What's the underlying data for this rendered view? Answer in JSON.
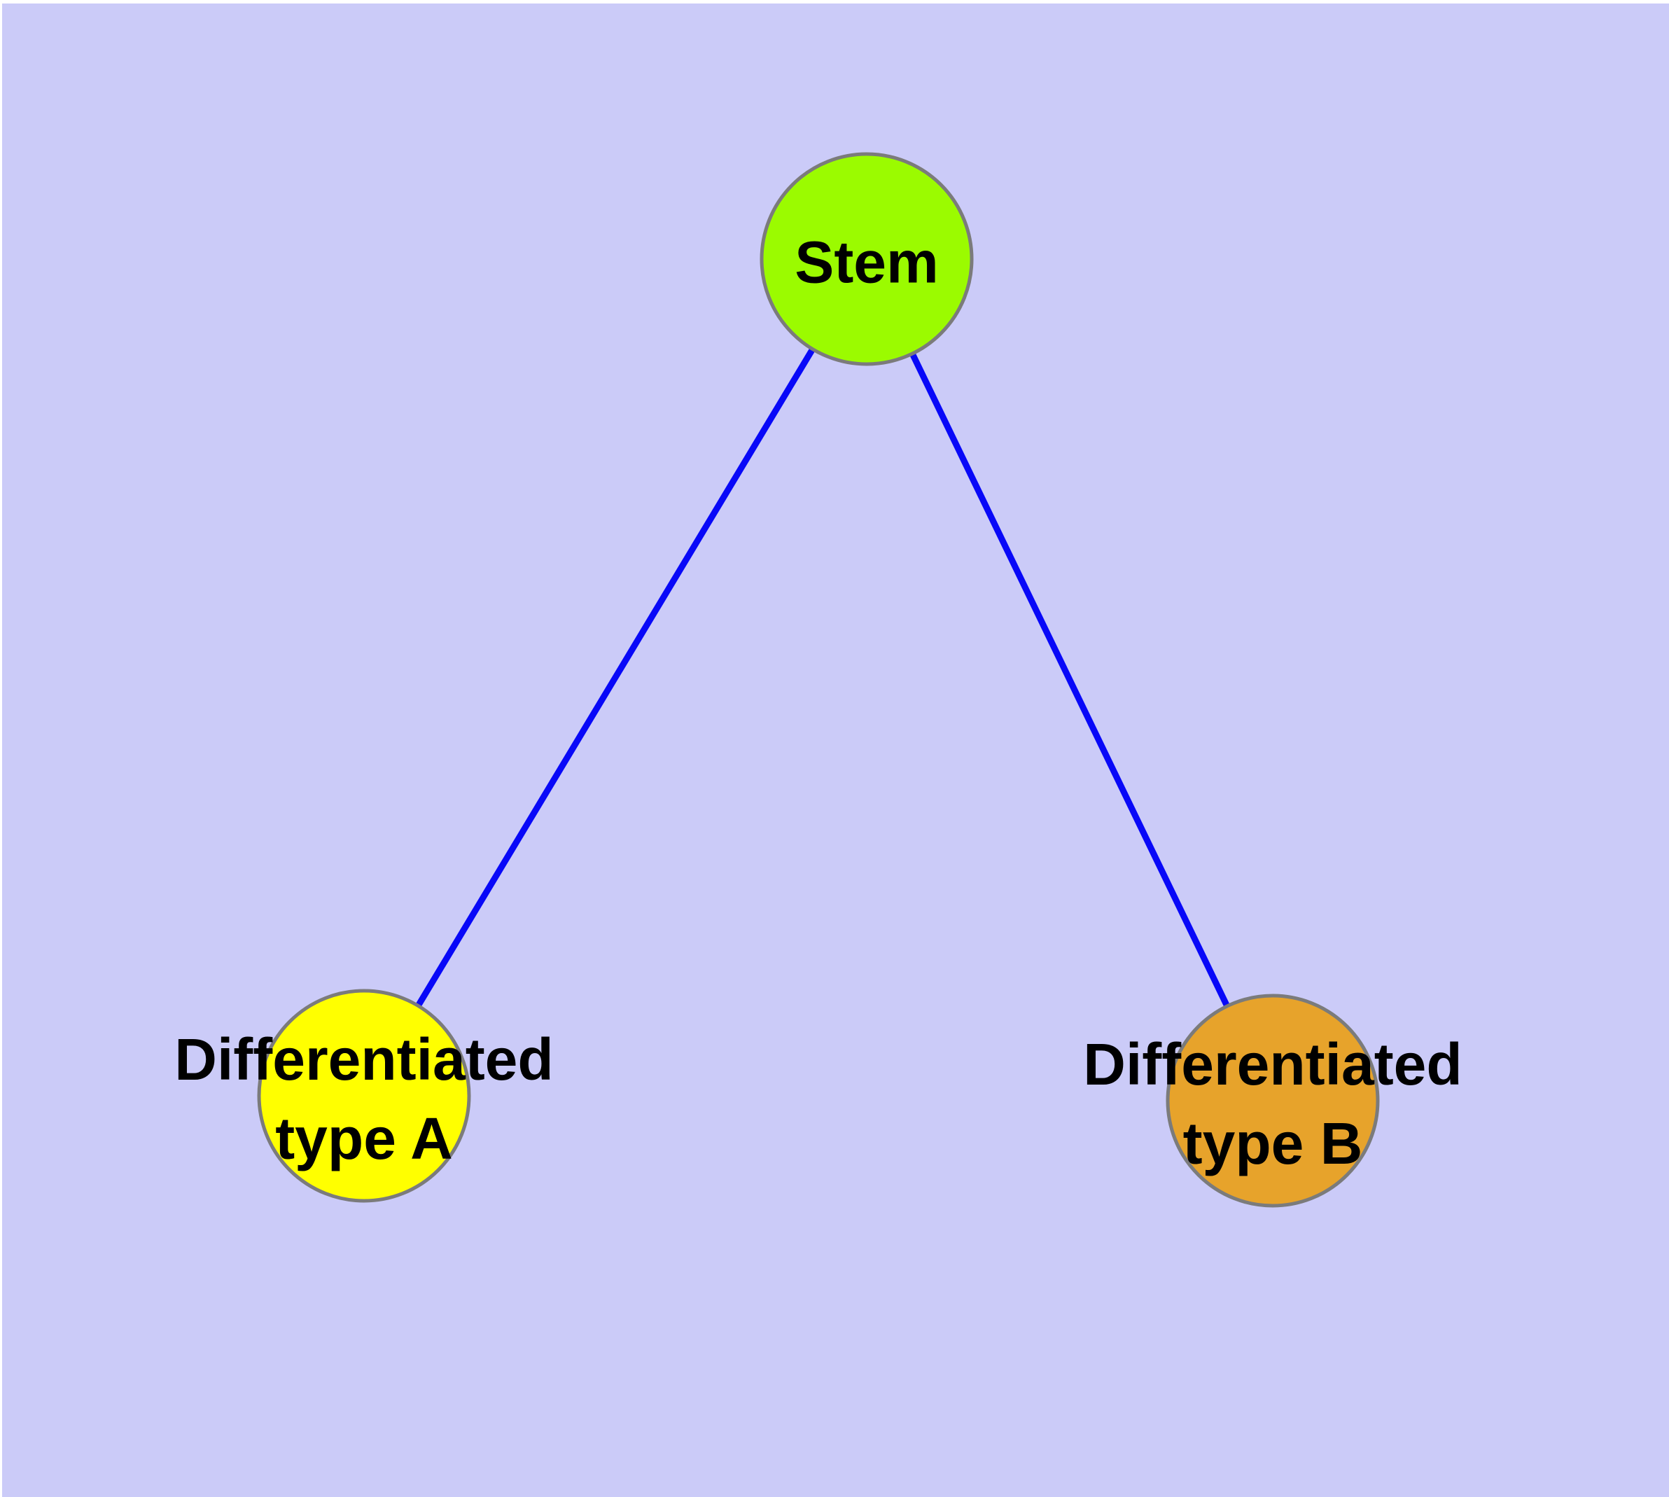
{
  "diagram": {
    "type": "graph",
    "background_color": "#cbcbf8",
    "page_border_color": "#ffffff",
    "edge_color": "#0808f8",
    "node_border_color": "#7b7b7b",
    "label_color": "#000000",
    "nodes": [
      {
        "id": "stem",
        "label": "Stem",
        "color": "#9bfb00"
      },
      {
        "id": "differentiated-type-a",
        "label_line1": "Differentiated",
        "label_line2": "type A",
        "color": "#ffff00"
      },
      {
        "id": "differentiated-type-b",
        "label_line1": "Differentiated",
        "label_line2": "type B",
        "color": "#e7a32b"
      }
    ],
    "edges": [
      {
        "from": "stem",
        "to": "differentiated-type-a"
      },
      {
        "from": "stem",
        "to": "differentiated-type-b"
      }
    ]
  }
}
